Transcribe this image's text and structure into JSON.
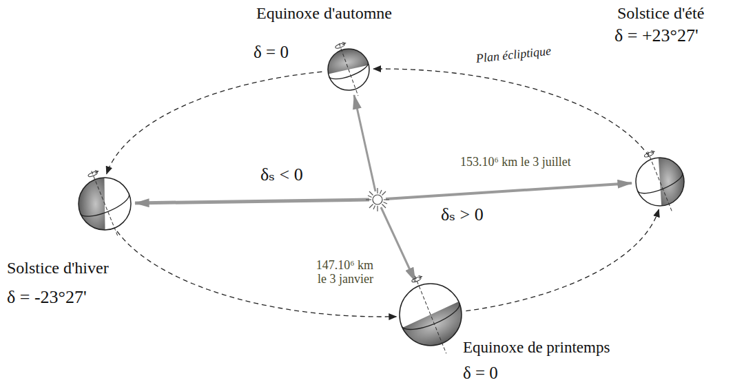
{
  "diagram": {
    "nodes": [
      {
        "text": [
          "Equinoxe d'automne",
          "δ = 0"
        ]
      },
      {
        "text": [
          "Solstice d'été",
          "δ = +23°27'"
        ]
      },
      {
        "text": [
          "Solstice d'hiver",
          "δ = -23°27'"
        ]
      },
      {
        "text": [
          "Equinoxe de printemps",
          "δ = 0"
        ]
      }
    ],
    "edges": [
      {
        "from": 1,
        "to": 0,
        "arrow": "to"
      },
      {
        "from": 0,
        "to": 2,
        "arrow": "to"
      },
      {
        "from": 2,
        "to": 3,
        "arrow": "to"
      },
      {
        "from": 3,
        "to": 1,
        "arrow": "to"
      }
    ],
    "labels": [
      "Plan écliptique",
      "153.10⁶ km le 3 juillet",
      "δₛ < 0",
      "δₛ > 0",
      "147.10⁶ km le 3 janvier"
    ]
  }
}
